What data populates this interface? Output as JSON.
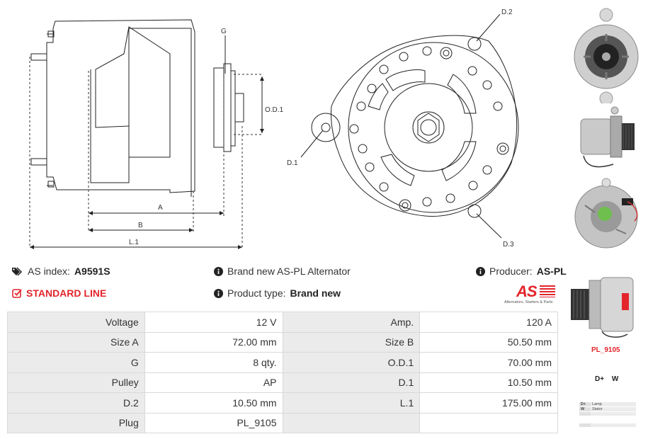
{
  "drawing": {
    "labels": {
      "g": "G",
      "od1": "O.D.1",
      "a": "A",
      "b": "B",
      "l1": "L.1",
      "d1": "D.1",
      "d2": "D.2",
      "d3": "D.3"
    }
  },
  "info": {
    "as_index_label": "AS index:",
    "as_index_value": "A9591S",
    "line": "STANDARD LINE",
    "brand": "Brand new AS-PL Alternator",
    "product_type_label": "Product type:",
    "product_type_value": "Brand new",
    "producer_label": "Producer:",
    "producer_value": "AS-PL"
  },
  "logo": {
    "text": "AS",
    "tagline": "Alternators, Starters & Parts"
  },
  "specs": [
    {
      "label_left": "Voltage",
      "value_left": "12 V",
      "label_right": "Amp.",
      "value_right": "120 A"
    },
    {
      "label_left": "Size A",
      "value_left": "72.00 mm",
      "label_right": "Size B",
      "value_right": "50.50 mm"
    },
    {
      "label_left": "G",
      "value_left": "8 qty.",
      "label_right": "O.D.1",
      "value_right": "70.00 mm"
    },
    {
      "label_left": "Pulley",
      "value_left": "AP",
      "label_right": "D.1",
      "value_right": "10.50 mm"
    },
    {
      "label_left": "D.2",
      "value_left": "10.50 mm",
      "label_right": "L.1",
      "value_right": "175.00 mm"
    },
    {
      "label_left": "Plug",
      "value_left": "PL_9105",
      "label_right": "",
      "value_right": ""
    }
  ],
  "plug": {
    "name": "PL_9105",
    "pins": "D+ W",
    "legend": [
      {
        "key": "D+",
        "value": "Lamp"
      },
      {
        "key": "W",
        "value": "Stator"
      }
    ]
  },
  "colors": {
    "accent": "#e3242b",
    "label_cell": "#ebebeb",
    "border": "#d9d9d9"
  }
}
